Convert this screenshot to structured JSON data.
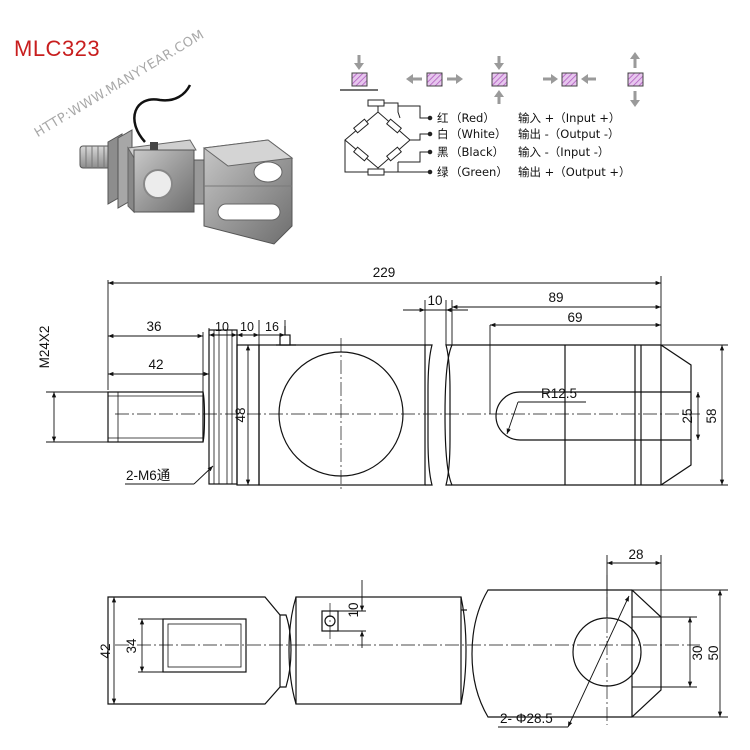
{
  "title": "MLC323",
  "watermark": "HTTP:WWW.MANYYEAR.COM",
  "wiring": [
    {
      "color": "红",
      "color_en": "（Red）",
      "function": "输入 +（Input +）"
    },
    {
      "color": "白",
      "color_en": "（White）",
      "function": "输出 -（Output -）"
    },
    {
      "color": "黑",
      "color_en": "（Black）",
      "function": "输入 -（Input -）"
    },
    {
      "color": "绿",
      "color_en": "（Green）",
      "function": "输出 +（Output +）"
    }
  ],
  "dimensions": {
    "overall_length": "229",
    "thread": "M24X2",
    "d36": "36",
    "d42": "42",
    "d10a": "10",
    "d10b": "10",
    "d16": "16",
    "d48": "48",
    "d10c": "10",
    "d89": "89",
    "d69": "69",
    "radius": "R12.5",
    "d25": "25",
    "d58": "58",
    "mount_holes": "2-M6通",
    "bottom_42": "42",
    "bottom_34": "34",
    "bottom_10": "10",
    "bottom_28": "28",
    "bottom_30": "30",
    "bottom_50": "50",
    "pin_holes": "2- Φ28.5"
  },
  "accent_colors": {
    "title_red": "#c81e1e",
    "gauge_purple": "#b05cc0"
  }
}
